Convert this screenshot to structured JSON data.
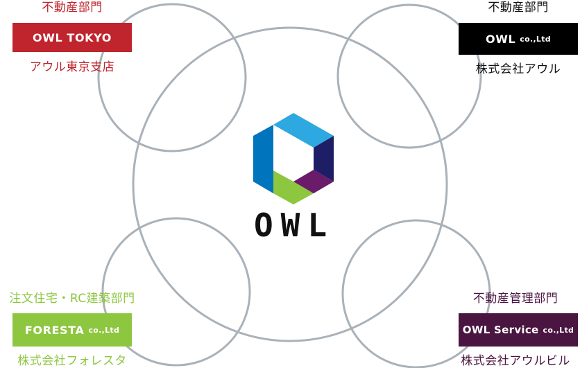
{
  "center": {
    "logo_text": "OWL",
    "logo_colors": [
      "#2ea8e0",
      "#1d1e66",
      "#0074bc",
      "#8dc63f",
      "#6a1b6a"
    ]
  },
  "companies": {
    "tokyo": {
      "department": "不動産部門",
      "badge": "OWL TOKYO",
      "badge_suffix": "",
      "name": "アウル東京支店",
      "color": "#c0242c",
      "text_color": "#c0242c"
    },
    "owl_co": {
      "department": "不動産部門",
      "badge": "OWL",
      "badge_suffix": "co.,Ltd",
      "name": "株式会社アウル",
      "color": "#000000",
      "text_color": "#111111"
    },
    "foresta": {
      "department": "注文住宅・RC建築部門",
      "badge": "FORESTA",
      "badge_suffix": "co.,Ltd",
      "name": "株式会社フォレスタ",
      "color": "#8dc63f",
      "text_color": "#8dc63f"
    },
    "service": {
      "department": "不動産管理部門",
      "badge": "OWL Service",
      "badge_suffix": "co.,Ltd",
      "name": "株式会社アウルビル",
      "color": "#4a1540",
      "text_color": "#4a1540"
    }
  },
  "colors": {
    "ring": "#a9b1b9"
  }
}
